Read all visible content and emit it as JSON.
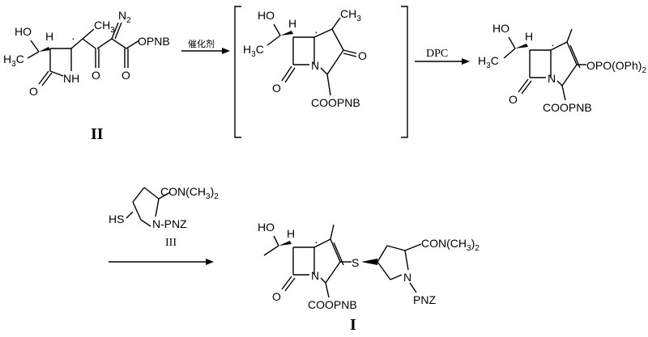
{
  "compound_II": {
    "ho": "HO",
    "h_stereo": "H",
    "h3c": "H",
    "ch3_top": "CH",
    "n2": "N",
    "nh": "NH",
    "o1": "O",
    "o2": "O",
    "o3": "O",
    "opnb": "OPNB",
    "label": "II"
  },
  "arrow1": {
    "label": "催化剂"
  },
  "intermediate": {
    "ho": "HO",
    "h": "H",
    "ch3": "CH",
    "h3c": "H",
    "n": "N",
    "o_ketone": "O",
    "o_lactam": "O",
    "coopnb": "COOPNB"
  },
  "arrow2": {
    "label": "DPC"
  },
  "product_enolphosphate": {
    "ho": "HO",
    "h": "H",
    "h3c": "H",
    "n": "N",
    "o": "O",
    "opo": "OPO(OPh)",
    "opo_sub": "2",
    "coopnb": "COOPNB"
  },
  "thiol_III": {
    "con": "CON(CH",
    "con_sub": "3",
    "con_tail": ")",
    "con_sub2": "2",
    "hs": "HS",
    "n": "N",
    "pnz": "PNZ",
    "label": "III"
  },
  "final_I": {
    "ho": "HO",
    "h": "H",
    "n": "N",
    "o": "O",
    "s": "S",
    "con": "CON(CH",
    "con_sub": "3",
    "con_tail": ")",
    "con_sub2": "2",
    "n2": "N",
    "pnz": "PNZ",
    "coopnb": "COOPNB",
    "label": "I"
  }
}
